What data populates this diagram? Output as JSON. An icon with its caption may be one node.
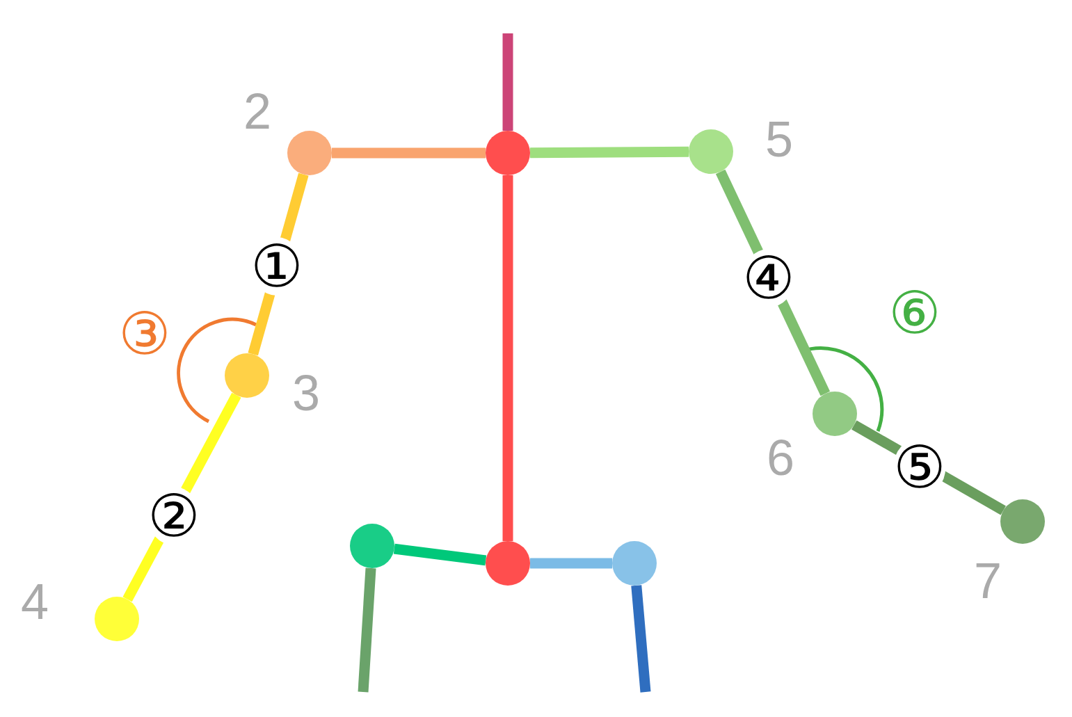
{
  "diagram": {
    "nodes": [
      {
        "text": [],
        "shape": "circle",
        "beside": [
          "2"
        ]
      },
      {
        "text": [],
        "shape": "circle"
      },
      {
        "text": [],
        "shape": "circle",
        "beside": [
          "5"
        ]
      },
      {
        "text": [],
        "shape": "circle",
        "beside": [
          "3"
        ]
      },
      {
        "text": [],
        "shape": "circle",
        "beside": [
          "6"
        ]
      },
      {
        "text": [],
        "shape": "circle",
        "beside": [
          "7"
        ]
      },
      {
        "text": [],
        "shape": "circle"
      },
      {
        "text": [],
        "shape": "circle"
      },
      {
        "text": [],
        "shape": "circle"
      },
      {
        "text": [],
        "shape": "circle",
        "beside": [
          "4"
        ]
      }
    ],
    "edges": [
      {
        "from": null,
        "to": 1,
        "arrow": "none",
        "color": "#cc4477"
      },
      {
        "from": 0,
        "to": 1,
        "arrow": "none",
        "color": "#f9a46e"
      },
      {
        "from": 1,
        "to": 2,
        "arrow": "none",
        "color": "#9ede7e"
      },
      {
        "from": 0,
        "to": 3,
        "arrow": "none",
        "label": "①",
        "color": "#ffcc33"
      },
      {
        "from": 3,
        "to": 9,
        "arrow": "none",
        "label": "②",
        "color": "#ffff22"
      },
      {
        "from": 2,
        "to": 4,
        "arrow": "none",
        "label": "④",
        "color": "#7fbf6f"
      },
      {
        "from": 4,
        "to": 5,
        "arrow": "none",
        "label": "⑤",
        "color": "#6a9e5e"
      },
      {
        "from": 1,
        "to": 7,
        "arrow": "none",
        "color": "#ff4d4d"
      },
      {
        "from": 7,
        "to": 6,
        "arrow": "none",
        "color": "#00c87a"
      },
      {
        "from": 7,
        "to": 8,
        "arrow": "none",
        "color": "#7bbbe6"
      },
      {
        "from": 6,
        "to": null,
        "arrow": "none",
        "color": "#6aa36a"
      },
      {
        "from": 8,
        "to": null,
        "arrow": "none",
        "color": "#2f6ebf"
      }
    ],
    "labels": [
      "③",
      "⑥"
    ]
  }
}
